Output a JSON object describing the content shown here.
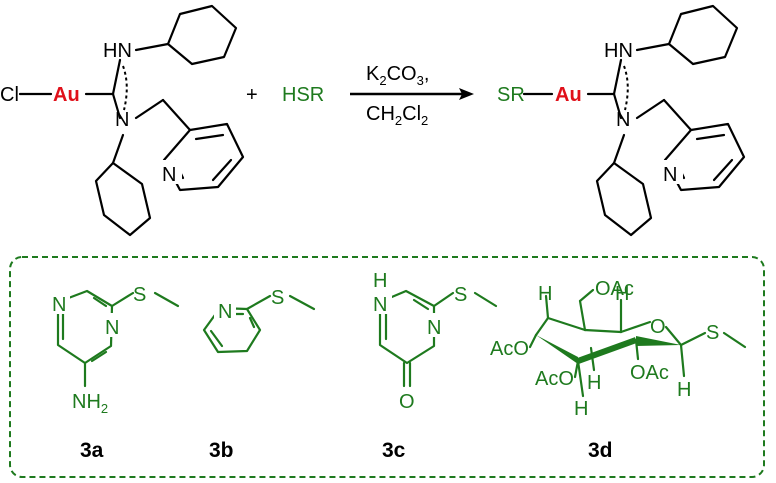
{
  "colors": {
    "black": "#000000",
    "gold": "#e0101a",
    "green": "#1e7a1e"
  },
  "reaction": {
    "reactant_left_atom": "Cl",
    "metal": "Au",
    "amine_h": "HN",
    "amine_n": "N",
    "pyridine_n": "N",
    "thiol": "HSR",
    "plus": "+",
    "reagent_top": [
      "K",
      "2",
      "CO",
      "3",
      ","
    ],
    "reagent_bottom": [
      "CH",
      "2",
      "Cl",
      "2"
    ],
    "product_left_group": "SR"
  },
  "ligands": {
    "a": {
      "id": "3a",
      "atoms": {
        "n1": "N",
        "n2": "N",
        "nh2": "NH",
        "nh2_sub": "2"
      }
    },
    "b": {
      "id": "3b",
      "atoms": {
        "n1": "N"
      }
    },
    "c": {
      "id": "3c",
      "atoms": {
        "h": "H",
        "n1": "N",
        "n2": "N",
        "o": "O"
      }
    },
    "d": {
      "id": "3d",
      "atoms": {
        "oac_top": "OAc",
        "aco_left": "AcO",
        "aco_mid": "AcO",
        "oac_right": "OAc",
        "ring_o": "O",
        "s": "S",
        "h1": "H",
        "h2": "H",
        "h3": "H",
        "h4": "H",
        "h5": "H"
      }
    }
  }
}
